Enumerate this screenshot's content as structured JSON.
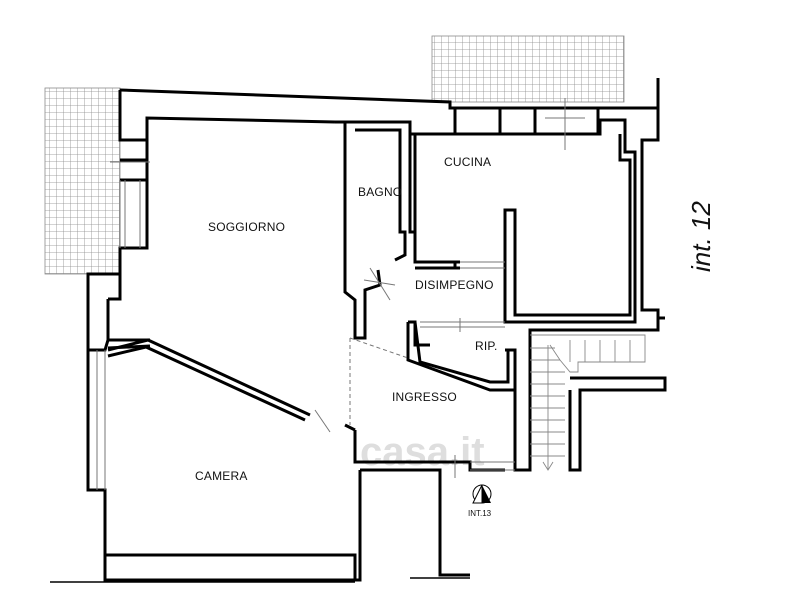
{
  "plan": {
    "rooms": {
      "soggiorno": "SOGGIORNO",
      "bagno": "BAGNO",
      "cucina": "CUCINA",
      "disimpegno": "DISIMPEGNO",
      "rip": "RIP.",
      "ingresso": "INGRESSO",
      "camera": "CAMERA"
    },
    "unit_label": "int. 12",
    "entrance_marker": "INT.13",
    "watermark": "casa.it"
  }
}
